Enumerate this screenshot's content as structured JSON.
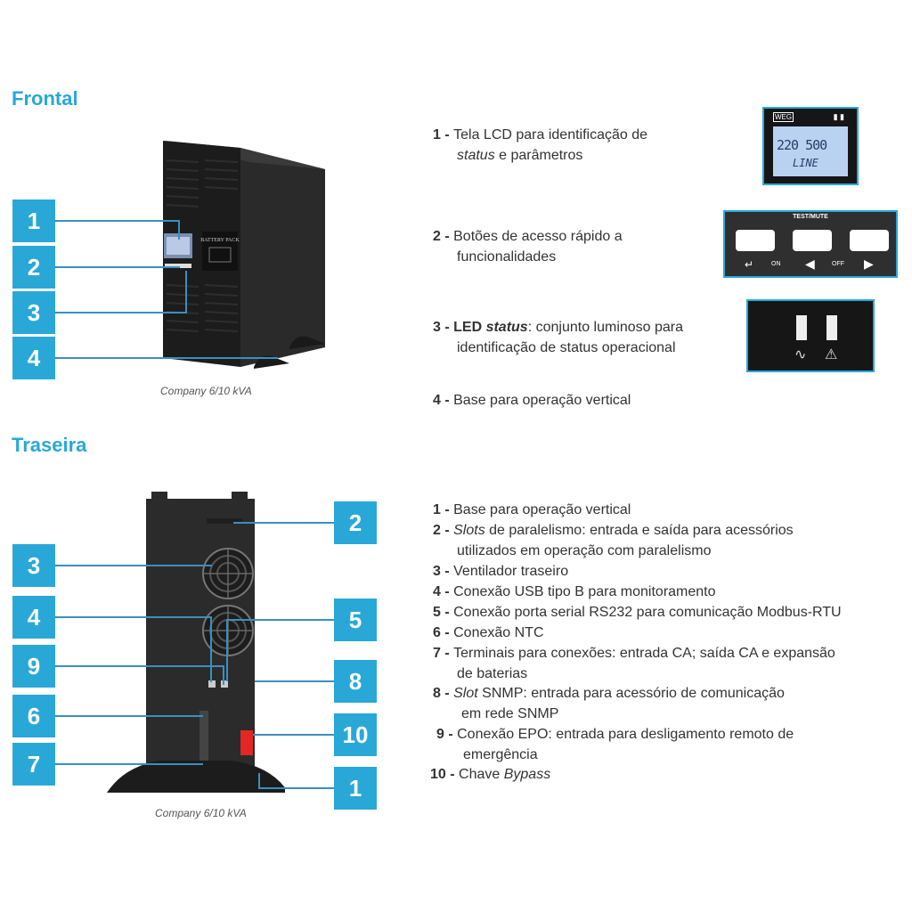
{
  "frontal": {
    "title": "Frontal",
    "caption": "Company 6/10 kVA",
    "markers": [
      "1",
      "2",
      "3",
      "4"
    ],
    "device_label": "BATTERY PACK",
    "items": [
      {
        "num": "1",
        "sep": " - ",
        "text_a": "Tela LCD para identificação de",
        "text_b_em": "status",
        "text_b": " e parâmetros"
      },
      {
        "num": "2",
        "sep": " - ",
        "text_a": "Botões de acesso rápido a",
        "text_b": "funcionalidades"
      },
      {
        "num": "3",
        "sep": " - ",
        "bold": "LED ",
        "bold_em": "status",
        "text_a": ": conjunto luminoso para",
        "text_b": "identificação de status operacional"
      },
      {
        "num": "4",
        "sep": " - ",
        "text_a": "Base para operação vertical"
      }
    ],
    "lcd": {
      "brand": "WEG",
      "top": "220 500",
      "bottom": "LINE"
    },
    "buttons": {
      "label": "TEST/MUTE",
      "on": "ON",
      "off": "OFF"
    }
  },
  "traseira": {
    "title": "Traseira",
    "caption": "Company 6/10 kVA",
    "markers": [
      "2",
      "3",
      "4",
      "5",
      "9",
      "8",
      "6",
      "10",
      "7",
      "1"
    ],
    "items": [
      {
        "num": "1",
        "sep": " - ",
        "text_a": "Base para operação vertical"
      },
      {
        "num": "2",
        "sep": " - ",
        "em_a": "Slots",
        "text_a": " de paralelismo: entrada e saída para acessórios",
        "text_b": "utilizados em operação com paralelismo"
      },
      {
        "num": "3",
        "sep": " - ",
        "text_a": "Ventilador traseiro"
      },
      {
        "num": "4",
        "sep": " - ",
        "text_a": "Conexão USB tipo B para monitoramento"
      },
      {
        "num": "5",
        "sep": " - ",
        "text_a": "Conexão porta serial RS232 para comunicação Modbus-RTU"
      },
      {
        "num": "6",
        "sep": " - ",
        "text_a": "Conexão NTC"
      },
      {
        "num": "7",
        "sep": " - ",
        "text_a": "Terminais para conexões: entrada CA; saída CA e expansão",
        "text_b": "de baterias"
      },
      {
        "num": "8",
        "sep": " - ",
        "em_a": "Slot",
        "text_a": " SNMP: entrada para acessório de comunicação",
        "text_b": "em rede SNMP"
      },
      {
        "num": "9",
        "sep": " - ",
        "text_a": "Conexão EPO: entrada para desligamento remoto de",
        "text_b": "emergência"
      },
      {
        "num": "10",
        "sep": " - ",
        "text_a": "Chave ",
        "em_c": "Bypass"
      }
    ]
  },
  "colors": {
    "accent": "#29a8d8",
    "device": "#2b2b2b",
    "text": "#333333"
  }
}
